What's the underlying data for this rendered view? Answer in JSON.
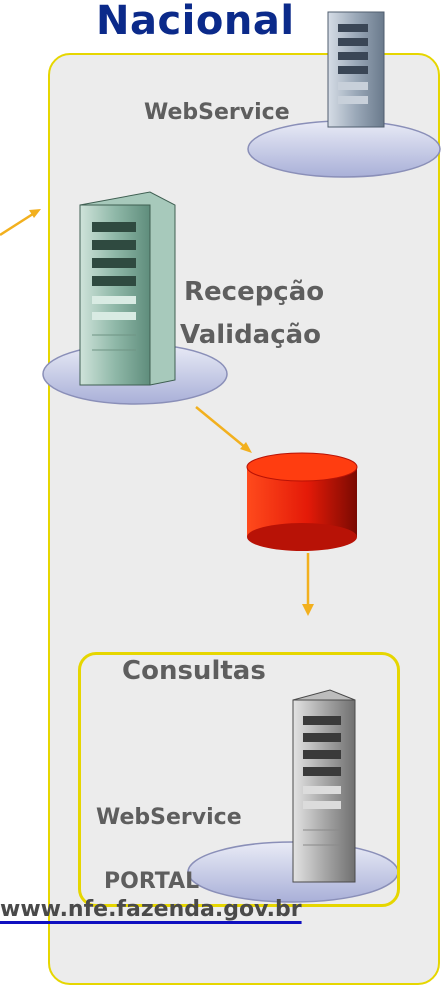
{
  "diagram": {
    "title": "Nacional",
    "top_service_label": "WebService",
    "reception_label_line1": "Recepção",
    "reception_label_line2": "Validação",
    "consultas_label": "Consultas",
    "consultas_service_label": "WebService",
    "portal_label": "PORTAL",
    "portal_url": "www.nfe.fazenda.gov.br"
  },
  "colors": {
    "title": "#0b2a8a",
    "frame_border": "#e6d600",
    "arrow": "#f2b01e",
    "database": "#e8220c",
    "link_underline": "#1010c0"
  },
  "icons": {
    "server": "server-icon",
    "database": "database-icon"
  }
}
